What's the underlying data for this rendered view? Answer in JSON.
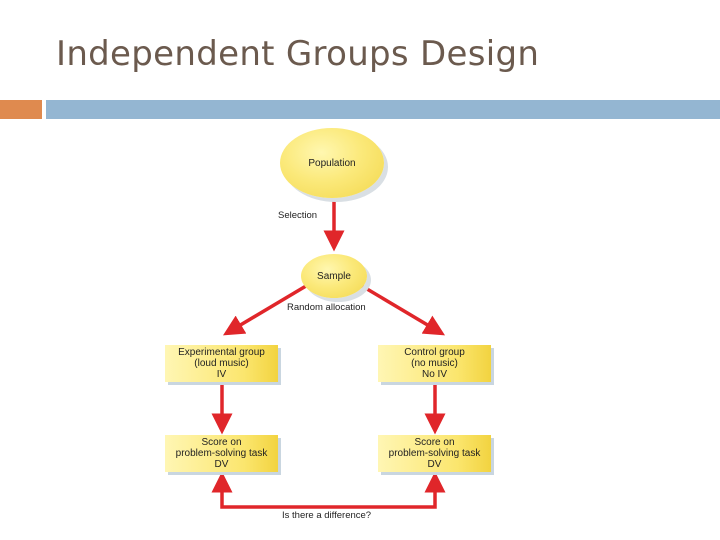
{
  "title": "Independent Groups Design",
  "diagram": {
    "population": "Population",
    "selection": "Selection",
    "sample": "Sample",
    "random_allocation": "Random allocation",
    "experimental": {
      "line1": "Experimental group",
      "line2": "(loud music)",
      "line3": "IV"
    },
    "control": {
      "line1": "Control group",
      "line2": "(no music)",
      "line3": "No IV"
    },
    "score_left": {
      "line1": "Score on",
      "line2": "problem-solving task",
      "line3": "DV"
    },
    "score_right": {
      "line1": "Score on",
      "line2": "problem-solving task",
      "line3": "DV"
    },
    "question": "Is there a difference?"
  },
  "colors": {
    "title": "#6b5a4e",
    "accent_orange": "#df8a4f",
    "accent_blue": "#94b6d2",
    "arrow": "#e0262a",
    "node_fill": "#fbe97a"
  }
}
